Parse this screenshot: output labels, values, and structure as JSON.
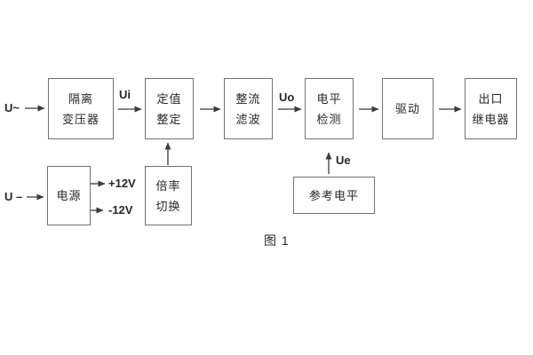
{
  "diagram": {
    "caption": "图 1",
    "inputs": {
      "ac": "U~",
      "dc": "U –"
    },
    "signals": {
      "ui": "Ui",
      "uo": "Uo",
      "ue": "Ue"
    },
    "rails": {
      "pos": "+12V",
      "neg": "-12V"
    },
    "blocks": {
      "isolation": {
        "line1": "隔离",
        "line2": "变压器"
      },
      "setting": {
        "line1": "定值",
        "line2": "整定"
      },
      "rectifier": {
        "line1": "整流",
        "line2": "滤波"
      },
      "level": {
        "line1": "电平",
        "line2": "检测"
      },
      "drive": {
        "line1": "驱动"
      },
      "output": {
        "line1": "出口",
        "line2": "继电器"
      },
      "power": {
        "line1": "电源"
      },
      "ratio": {
        "line1": "倍率",
        "line2": "切换"
      },
      "reference": {
        "line1": "参考电平"
      }
    },
    "edges": [
      "U~ → 隔离变压器",
      "隔离变压器 →Ui→ 定值整定",
      "定值整定 → 整流滤波",
      "整流滤波 →Uo→ 电平检测",
      "电平检测 → 驱动",
      "驱动 → 出口继电器",
      "U – → 电源",
      "电源 → +12V",
      "电源 → -12V",
      "倍率切换 → 定值整定",
      "参考电平 →Ue→ 电平检测"
    ],
    "colors": {
      "background": "#ffffff",
      "box_border": "#71717c",
      "text": "#26262c",
      "line": "#3a3a40"
    }
  }
}
